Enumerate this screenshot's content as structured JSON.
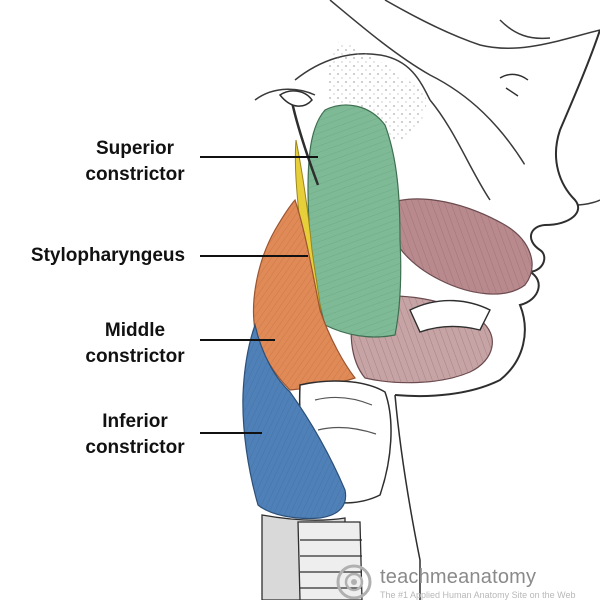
{
  "labels": {
    "superior": [
      "Superior",
      "constrictor"
    ],
    "stylopharyngeus": "Stylopharyngeus",
    "middle": [
      "Middle",
      "constrictor"
    ],
    "inferior": [
      "Inferior",
      "constrictor"
    ]
  },
  "watermark": {
    "logo_icon": "teachmeanatomy-logo-icon",
    "name": "teachmeanatomy",
    "tagline": "The #1 Applied Human Anatomy Site on the Web"
  },
  "colors": {
    "superior_constrictor": "#7fba96",
    "stylopharyngeus": "#e7cf3a",
    "middle_constrictor": "#df8a57",
    "inferior_constrictor": "#4f81b8",
    "facial_muscles": "#b88a8e",
    "outline": "#3a3a3a"
  }
}
